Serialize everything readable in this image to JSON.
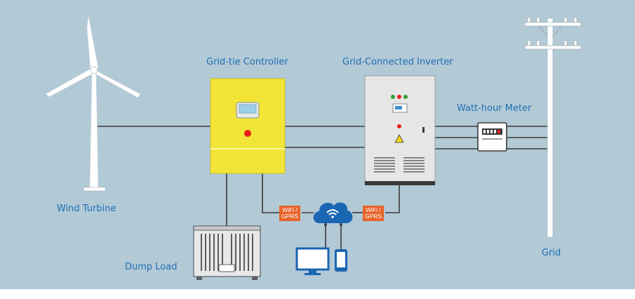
{
  "labels": {
    "wind_turbine": "Wind Turbine",
    "grid_tie_controller": "Grid-tie Controller",
    "grid_connected_inverter": "Grid-Connected Inverter",
    "watt_hour_meter": "Watt-hour Meter",
    "dump_load": "Dump Load",
    "grid": "Grid"
  },
  "badges": {
    "wifi_left_line1": "WiFi /",
    "wifi_left_line2": "GPRS",
    "wifi_right_line1": "WiFi /",
    "wifi_right_line2": "GPRS"
  },
  "colors": {
    "background": "#b2c9d6",
    "controller_yellow": "#f3e537",
    "inverter_body": "#e6e6e6",
    "badge_orange": "#e8632a",
    "label_blue": "#1f6fb5",
    "cloud_blue": "#1a66b3",
    "line_dark": "#3a3a3a"
  },
  "icons": {
    "cloud": "cloud-wifi-icon",
    "monitor": "monitor-icon",
    "phone": "smartphone-icon",
    "warning": "warning-icon"
  }
}
